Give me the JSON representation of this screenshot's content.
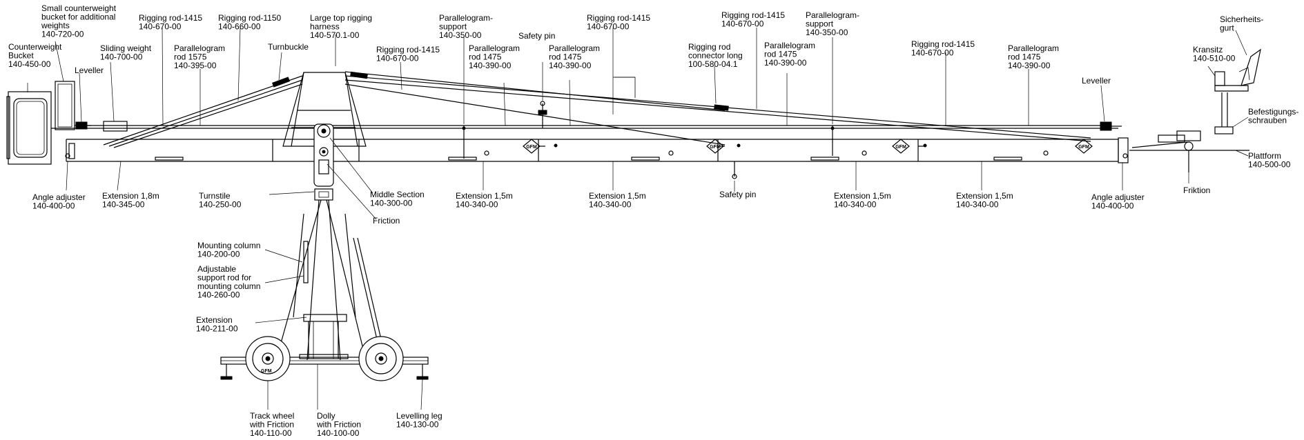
{
  "callouts": [
    {
      "id": "small-counterweight-bucket",
      "lines": [
        "Small counterweight",
        "bucket for additional",
        "weights",
        "140-720-00"
      ]
    },
    {
      "id": "counterweight-bucket",
      "lines": [
        "Counterweight",
        "Bucket",
        "140-450-00"
      ]
    },
    {
      "id": "leveller-left",
      "lines": [
        "Leveller"
      ]
    },
    {
      "id": "sliding-weight",
      "lines": [
        "Sliding weight",
        "140-700-00"
      ]
    },
    {
      "id": "rigging-rod-1415-a",
      "lines": [
        "Rigging rod-1415",
        "140-670-00"
      ]
    },
    {
      "id": "parallelogram-rod-1575",
      "lines": [
        "Parallelogram",
        "rod 1575",
        "140-395-00"
      ]
    },
    {
      "id": "rigging-rod-1150",
      "lines": [
        "Rigging rod-1150",
        "140-660-00"
      ]
    },
    {
      "id": "turnbuckle",
      "lines": [
        "Turnbuckle"
      ]
    },
    {
      "id": "large-top-rigging-harness",
      "lines": [
        "Large top rigging",
        "harness",
        "140-570.1-00"
      ]
    },
    {
      "id": "rigging-rod-1415-b",
      "lines": [
        "Rigging rod-1415",
        "140-670-00"
      ]
    },
    {
      "id": "parallelogram-support-a",
      "lines": [
        "Parallelogram-",
        "support",
        "140-350-00"
      ]
    },
    {
      "id": "safety-pin-top",
      "lines": [
        "Safety pin"
      ]
    },
    {
      "id": "parallelogram-rod-1475-a",
      "lines": [
        "Parallelogram",
        "rod 1475",
        "140-390-00"
      ]
    },
    {
      "id": "parallelogram-rod-1475-b",
      "lines": [
        "Parallelogram",
        "rod 1475",
        "140-390-00"
      ]
    },
    {
      "id": "rigging-rod-1415-c",
      "lines": [
        "Rigging rod-1415",
        "140-670-00"
      ]
    },
    {
      "id": "rigging-rod-connector",
      "lines": [
        "Rigging rod",
        "connector long",
        "100-580-04.1"
      ]
    },
    {
      "id": "rigging-rod-1415-d",
      "lines": [
        "Rigging rod-1415",
        "140-670-00"
      ]
    },
    {
      "id": "parallelogram-rod-1475-c",
      "lines": [
        "Parallelogram",
        "rod 1475",
        "140-390-00"
      ]
    },
    {
      "id": "parallelogram-support-b",
      "lines": [
        "Parallelogram-",
        "support",
        "140-350-00"
      ]
    },
    {
      "id": "rigging-rod-1415-e",
      "lines": [
        "Rigging rod-1415",
        "140-670-00"
      ]
    },
    {
      "id": "parallelogram-rod-1475-d",
      "lines": [
        "Parallelogram",
        "rod 1475",
        "140-390-00"
      ]
    },
    {
      "id": "leveller-right",
      "lines": [
        "Leveller"
      ]
    },
    {
      "id": "kransitz",
      "lines": [
        "Kransitz",
        "140-510-00"
      ]
    },
    {
      "id": "sicherheitsgurt",
      "lines": [
        "Sicherheits-",
        "gurt"
      ]
    },
    {
      "id": "befestigungsschrauben",
      "lines": [
        "Befestigungs-",
        "schrauben"
      ]
    },
    {
      "id": "plattform",
      "lines": [
        "Plattform",
        "140-500-00"
      ]
    },
    {
      "id": "friktion",
      "lines": [
        "Friktion"
      ]
    },
    {
      "id": "angle-adjuster-left",
      "lines": [
        "Angle adjuster",
        "140-400-00"
      ]
    },
    {
      "id": "extension-1-8",
      "lines": [
        "Extension 1,8m",
        "140-345-00"
      ]
    },
    {
      "id": "turnstile",
      "lines": [
        "Turnstile",
        "140-250-00"
      ]
    },
    {
      "id": "middle-section",
      "lines": [
        "Middle Section",
        "140-300-00"
      ]
    },
    {
      "id": "friction",
      "lines": [
        "Friction"
      ]
    },
    {
      "id": "extension-1-5-a",
      "lines": [
        "Extension 1,5m",
        "140-340-00"
      ]
    },
    {
      "id": "extension-1-5-b",
      "lines": [
        "Extension 1,5m",
        "140-340-00"
      ]
    },
    {
      "id": "safety-pin-bottom",
      "lines": [
        "Safety pin"
      ]
    },
    {
      "id": "extension-1-5-c",
      "lines": [
        "Extension 1,5m",
        "140-340-00"
      ]
    },
    {
      "id": "extension-1-5-d",
      "lines": [
        "Extension 1,5m",
        "140-340-00"
      ]
    },
    {
      "id": "angle-adjuster-right",
      "lines": [
        "Angle adjuster",
        "140-400-00"
      ]
    },
    {
      "id": "mounting-column",
      "lines": [
        "Mounting column",
        "140-200-00"
      ]
    },
    {
      "id": "adjustable-support-rod",
      "lines": [
        "Adjustable",
        "support rod for",
        "mounting column",
        "140-260-00"
      ]
    },
    {
      "id": "extension-column",
      "lines": [
        "Extension",
        "140-211-00"
      ]
    },
    {
      "id": "track-wheel",
      "lines": [
        "Track wheel",
        "with Friction",
        "140-110-00"
      ]
    },
    {
      "id": "dolly",
      "lines": [
        "Dolly",
        "with Friction",
        "140-100-00"
      ]
    },
    {
      "id": "levelling-leg",
      "lines": [
        "Levelling leg",
        "140-130-00"
      ]
    }
  ],
  "logo_text": "GFM",
  "wheel_mark": "GFM"
}
